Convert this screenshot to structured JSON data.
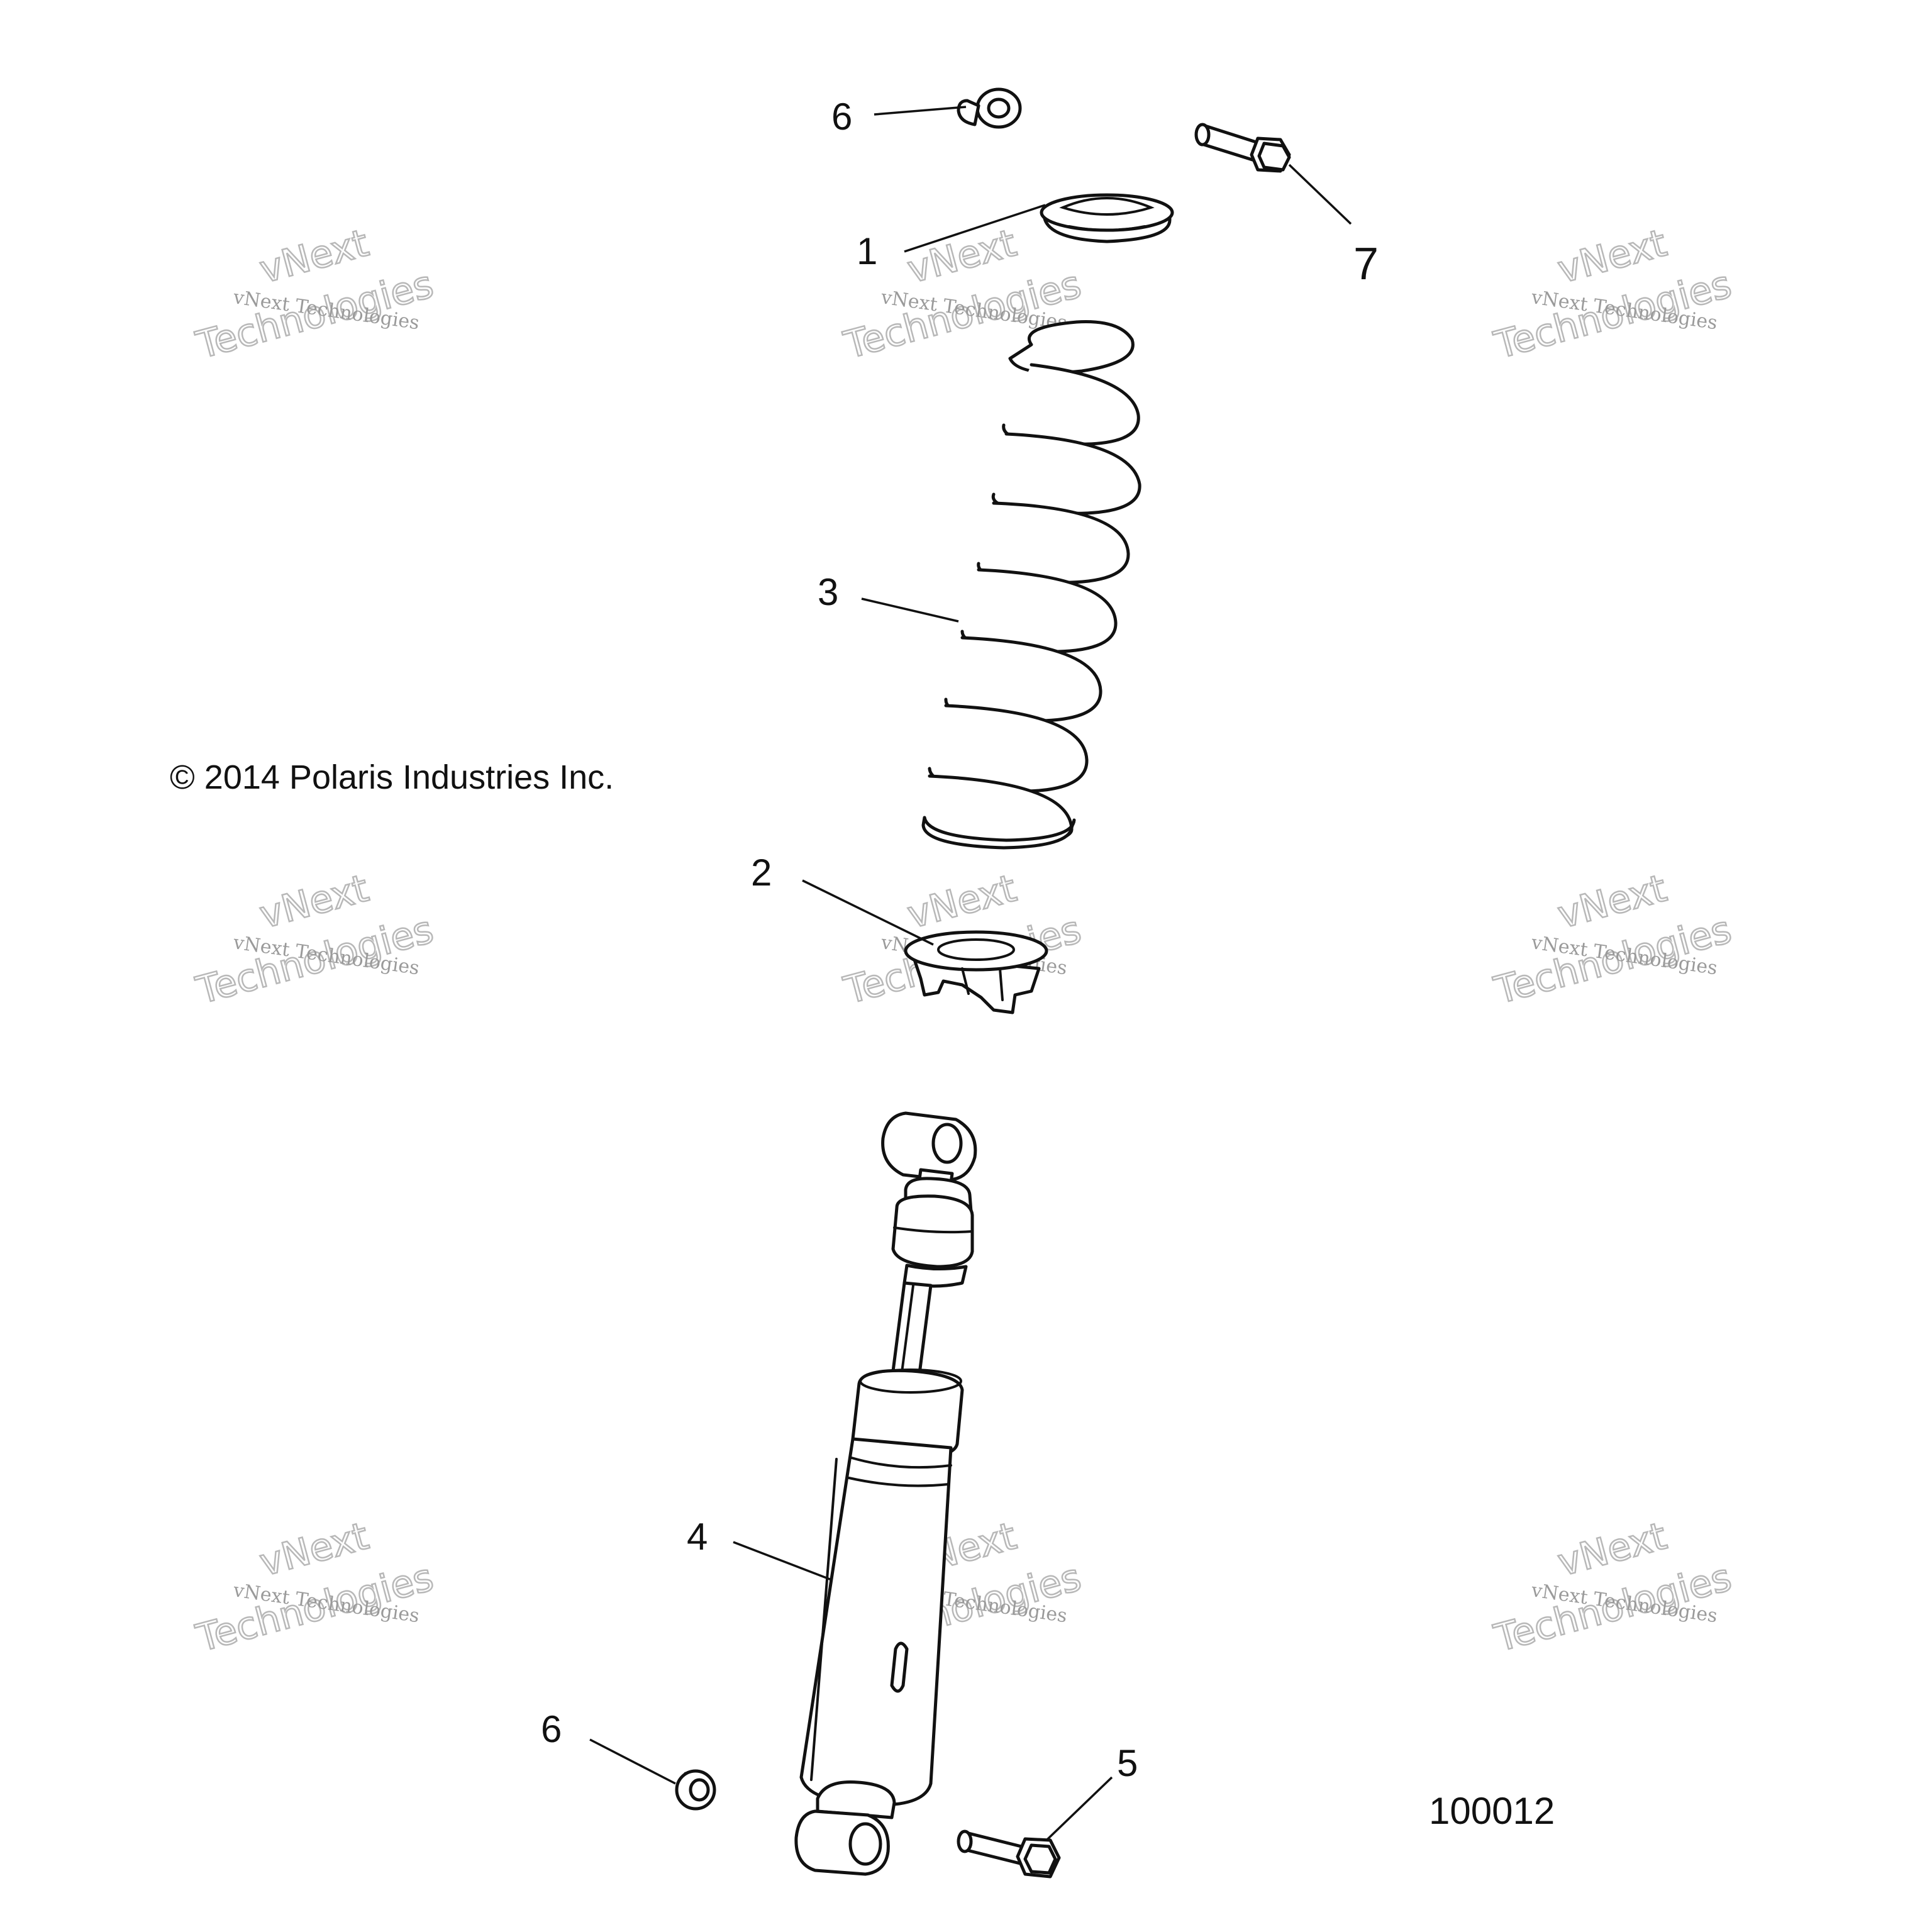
{
  "callouts": [
    {
      "id": "6-top",
      "label": "6"
    },
    {
      "id": "7",
      "label": "7"
    },
    {
      "id": "1",
      "label": "1"
    },
    {
      "id": "3",
      "label": "3"
    },
    {
      "id": "2",
      "label": "2"
    },
    {
      "id": "4",
      "label": "4"
    },
    {
      "id": "6-bottom",
      "label": "6"
    },
    {
      "id": "5",
      "label": "5"
    }
  ],
  "copyright": "© 2014 Polaris Industries Inc.",
  "figure_number": "100012",
  "watermark": {
    "small_text": "vNext Technologies",
    "big_line1": "vNext",
    "big_line2": "Technologies"
  },
  "parts": [
    {
      "ref": "1",
      "icon": "spring-upper-retainer-icon"
    },
    {
      "ref": "2",
      "icon": "spring-lower-retainer-icon"
    },
    {
      "ref": "3",
      "icon": "coil-spring-icon"
    },
    {
      "ref": "4",
      "icon": "shock-absorber-icon"
    },
    {
      "ref": "5",
      "icon": "bolt-icon"
    },
    {
      "ref": "6",
      "icon": "bushing-icon"
    },
    {
      "ref": "7",
      "icon": "bolt-icon"
    }
  ]
}
